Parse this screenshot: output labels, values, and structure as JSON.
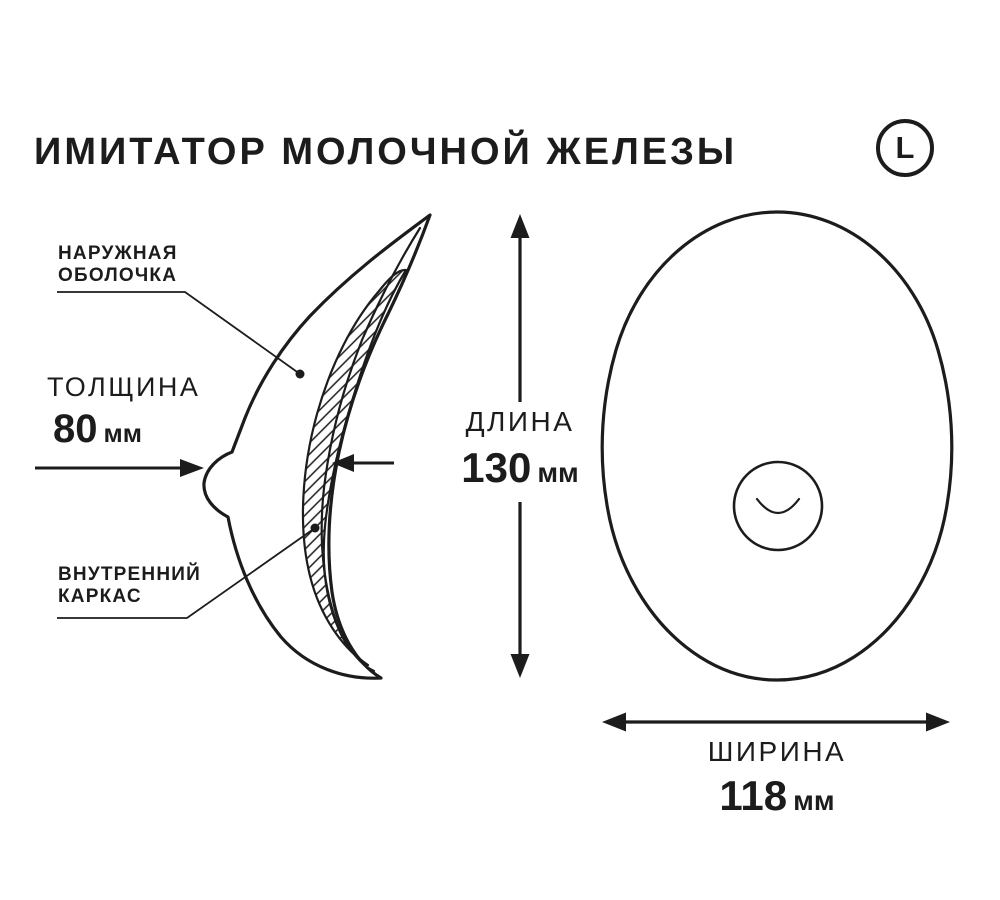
{
  "title": "ИМИТАТОР МОЛОЧНОЙ ЖЕЛЕЗЫ",
  "size_badge": "L",
  "callouts": {
    "outer_shell": {
      "line1": "НАРУЖНАЯ",
      "line2": "ОБОЛОЧКА"
    },
    "inner_frame": {
      "line1": "ВНУТРЕННИЙ",
      "line2": "КАРКАС"
    }
  },
  "dimensions": {
    "thickness": {
      "label": "ТОЛЩИНА",
      "value": "80",
      "unit": "мм"
    },
    "length": {
      "label": "ДЛИНА",
      "value": "130",
      "unit": "мм"
    },
    "width": {
      "label": "ШИРИНА",
      "value": "118",
      "unit": "мм"
    }
  },
  "colors": {
    "ink": "#1c1c1c",
    "background": "#ffffff"
  }
}
